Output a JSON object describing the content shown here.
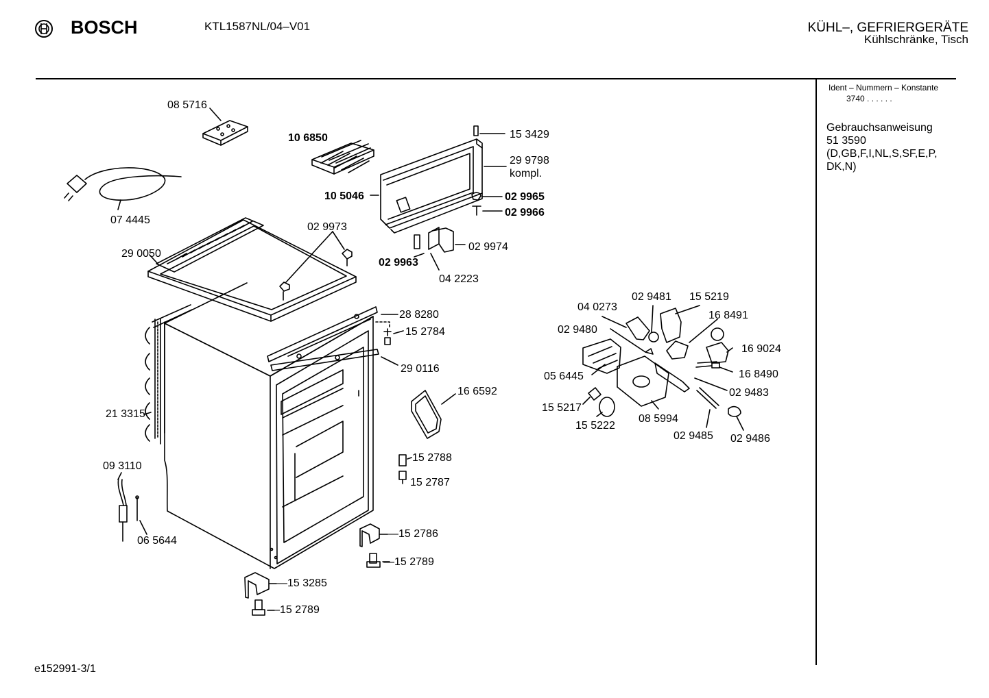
{
  "header": {
    "brand": "BOSCH",
    "model": "KTL1587NL/04–V01",
    "category": "KÜHL–, GEFRIERGERÄTE",
    "subcategory": "Kühlschränke, Tisch"
  },
  "sidebar": {
    "ident_heading": "Ident – Nummern – Konstante",
    "ident_value": "3740  .  .   .  .  .  .",
    "manual_title": "Gebrauchsanweisung",
    "manual_number": "51 3590",
    "manual_languages_1": "(D,GB,F,I,NL,S,SF,E,P,",
    "manual_languages_2": "DK,N)"
  },
  "footer": {
    "reference": "e152991-3/1"
  },
  "parts": {
    "p085716": "08 5716",
    "p074445": "07 4445",
    "p106850": "10 6850",
    "p153429": "15 3429",
    "p299798": "29 9798",
    "p299798_note": "kompl.",
    "p105046": "10 5046",
    "p029965": "02 9965",
    "p029966": "02 9966",
    "p029973": "02 9973",
    "p290050": "29 0050",
    "p029974": "02 9974",
    "p029963": "02 9963",
    "p042223": "04 2223",
    "p288280": "28 8280",
    "p152784": "15 2784",
    "p290116": "29 0116",
    "p166592": "16 6592",
    "p213315": "21 3315",
    "p152788": "15 2788",
    "p152787": "15 2787",
    "p093110": "09 3110",
    "p065644": "06 5644",
    "p152786": "—15 2786",
    "p152789a": "—15 2789",
    "p153285": "—15 3285",
    "p152789b": "—15 2789",
    "p040273": "04 0273",
    "p029481": "02 9481",
    "p155219": "15 5219",
    "p168491": "16 8491",
    "p029480": "02 9480",
    "p169024": "16 9024",
    "p056445": "05 6445",
    "p168490": "16 8490",
    "p029483": "02 9483",
    "p155217": "15 5217",
    "p085994": "08 5994",
    "p155222": "15 5222",
    "p029485": "02 9485",
    "p029486": "02 9486"
  }
}
